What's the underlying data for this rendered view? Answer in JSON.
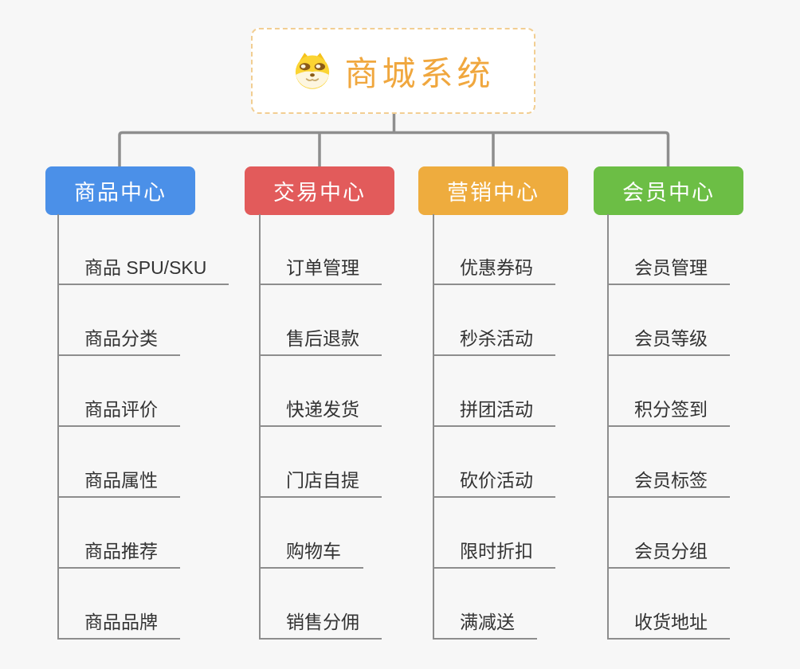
{
  "canvas": {
    "background": "#F7F7F7",
    "connector_color": "#8E8E8E",
    "branch_line_color": "#8D8D8D"
  },
  "root": {
    "title": "商城系统",
    "icon": "doge-face-icon",
    "text_color": "#F0A73E",
    "border_color": "#F2CE92",
    "background": "#FFFFFF"
  },
  "branches": [
    {
      "label": "商品中心",
      "color": "#4B90E8",
      "children": [
        "商品 SPU/SKU",
        "商品分类",
        "商品评价",
        "商品属性",
        "商品推荐",
        "商品品牌"
      ]
    },
    {
      "label": "交易中心",
      "color": "#E25B5B",
      "children": [
        "订单管理",
        "售后退款",
        "快递发货",
        "门店自提",
        "购物车",
        "销售分佣"
      ]
    },
    {
      "label": "营销中心",
      "color": "#EEAC3E",
      "children": [
        "优惠券码",
        "秒杀活动",
        "拼团活动",
        "砍价活动",
        "限时折扣",
        "满减送"
      ]
    },
    {
      "label": "会员中心",
      "color": "#6CBE45",
      "children": [
        "会员管理",
        "会员等级",
        "积分签到",
        "会员标签",
        "会员分组",
        "收货地址"
      ]
    }
  ]
}
